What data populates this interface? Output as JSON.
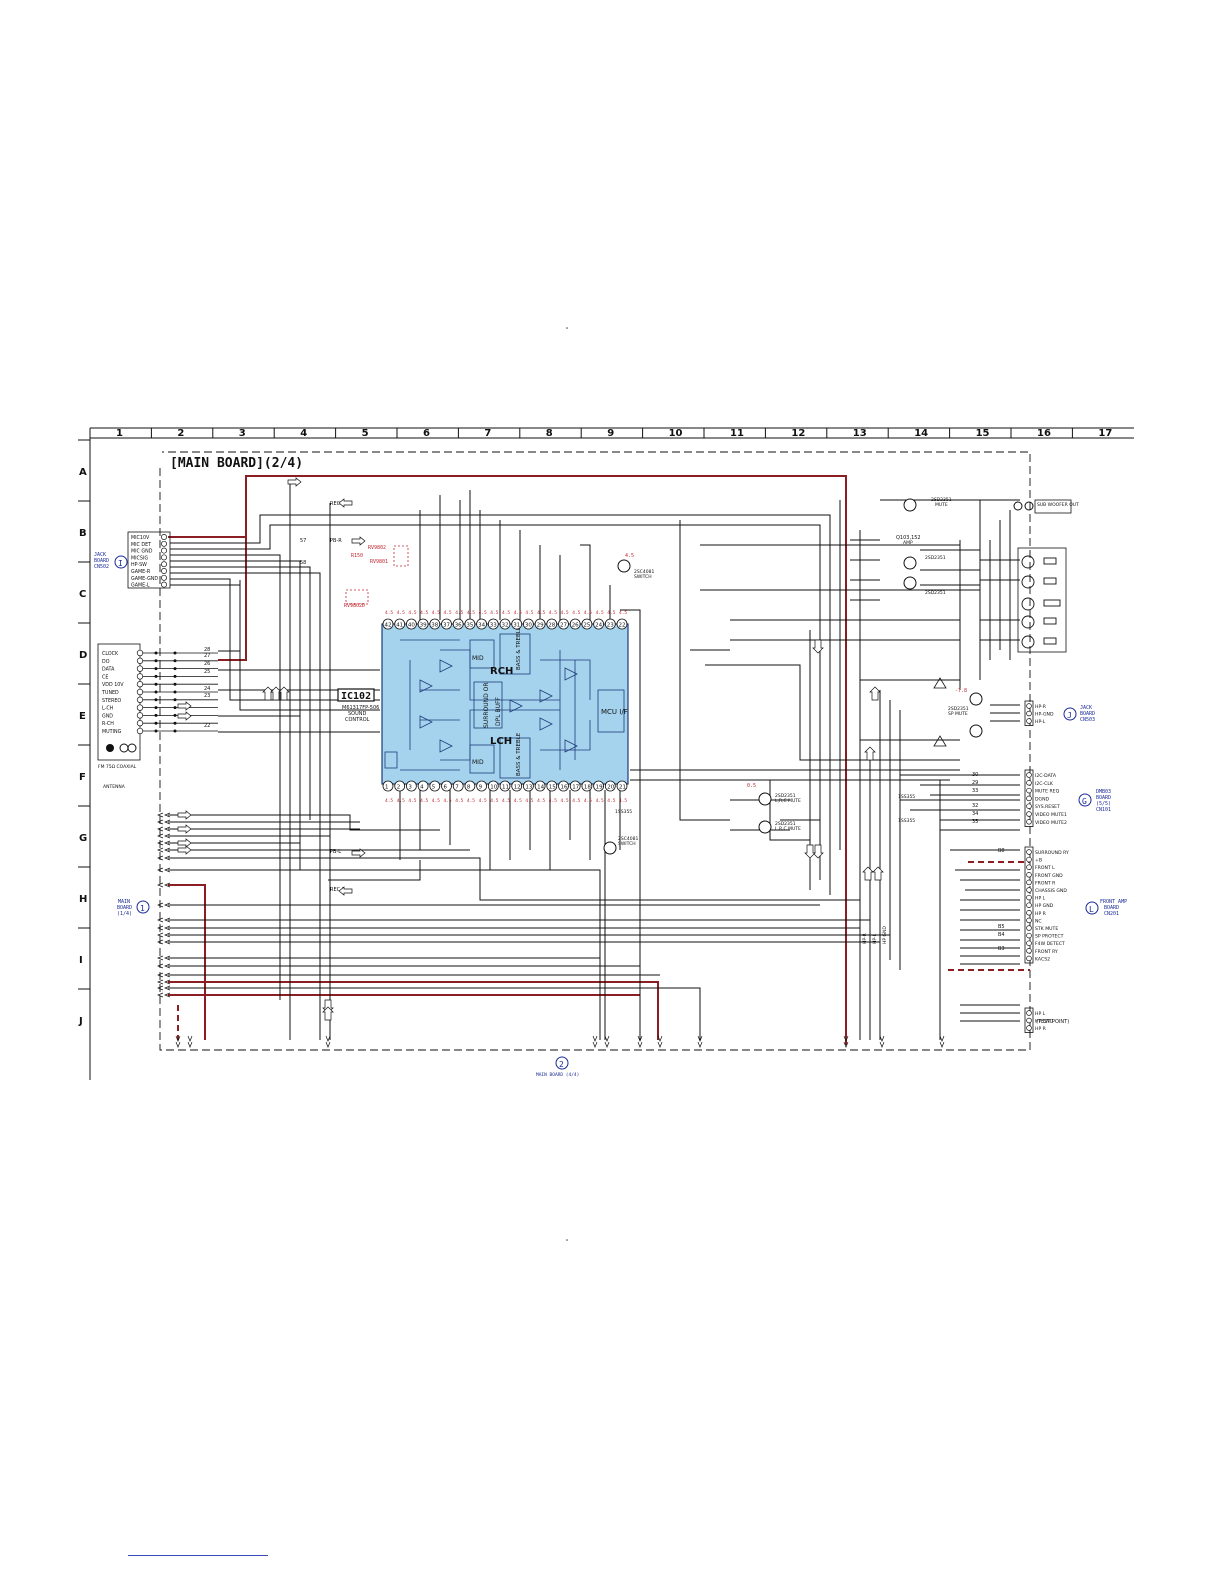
{
  "board_title": "[MAIN BOARD](2/4)",
  "ic": {
    "name": "IC102",
    "part": "M61317FP-506",
    "func1": "SOUND",
    "func2": "CONTROL"
  },
  "ic_blocks": {
    "rch": "RCH",
    "lch": "LCH",
    "mcu": "MCU I/F",
    "surround": "SURROUND OR",
    "dpl_buff": "DPL BUFF",
    "bass_treble": "BASS & TREBLE",
    "mid": "MID"
  },
  "col_numbers": [
    "1",
    "2",
    "3",
    "4",
    "5",
    "6",
    "7",
    "8",
    "9",
    "10",
    "11",
    "12",
    "13",
    "14",
    "15",
    "16",
    "17"
  ],
  "row_letters": [
    "A",
    "B",
    "C",
    "D",
    "E",
    "F",
    "G",
    "H",
    "I",
    "J"
  ],
  "ic_top_pins": [
    "42",
    "41",
    "40",
    "39",
    "38",
    "37",
    "36",
    "35",
    "34",
    "33",
    "32",
    "31",
    "30",
    "29",
    "28",
    "27",
    "26",
    "25",
    "24",
    "23",
    "22"
  ],
  "ic_bottom_pins": [
    "1",
    "2",
    "3",
    "4",
    "5",
    "6",
    "7",
    "8",
    "9",
    "10",
    "11",
    "12",
    "13",
    "14",
    "15",
    "16",
    "17",
    "18",
    "19",
    "20",
    "21"
  ],
  "jack_board_left": {
    "label": [
      "JACK",
      "BOARD",
      "CN502"
    ],
    "marker": "I",
    "pins": [
      "MIC10V",
      "MIC DET",
      "MIC GND",
      "MICSIG",
      "HP-SW",
      "GAME-R",
      "GAME-GND",
      "GAME-L"
    ]
  },
  "tuner_block": {
    "pins": [
      "CLOCK",
      "DO",
      "DATA",
      "CE",
      "VDD 10V",
      "TUNED",
      "STEREO",
      "L-CH",
      "GND",
      "R-CH",
      "MUTING"
    ],
    "nums": [
      "28",
      "27",
      "26",
      "25",
      "24",
      "23",
      "22"
    ],
    "connector": "FM 75Ω COAXIAL",
    "antenna": "ANTENNA"
  },
  "main_board_left": {
    "label": [
      "MAIN",
      "BOARD",
      "(1/4)"
    ],
    "marker": "1"
  },
  "main_board_bottom": {
    "label": "MAIN BOARD (4/4)",
    "marker": "2"
  },
  "sub_woofer": {
    "label": "SUB WOOFER OUT",
    "q": "2SD2351",
    "q_func": "MUTE"
  },
  "jack_board_right": {
    "label": [
      "JACK",
      "BOARD",
      "CN503"
    ],
    "marker": "J",
    "pins": [
      "HP-R",
      "HP-GND",
      "HP-L"
    ]
  },
  "dmbd_board": {
    "label": [
      "DMB03",
      "BOARD",
      "(5/5)",
      "CN101"
    ],
    "marker": "G",
    "pins": [
      "I2C-DATA",
      "I2C-CLK",
      "MUTE REQ",
      "DGND",
      "SYS.RESET",
      "VIDEO MUTE1",
      "VIDEO MUTE2"
    ],
    "nums": [
      "30",
      "29",
      "33",
      "32",
      "34",
      "35"
    ]
  },
  "front_amp": {
    "label": [
      "FRONT AMP",
      "BOARD",
      "CN201"
    ],
    "marker": "L",
    "pins": [
      "SURROUND RY",
      "+B",
      "FRONT L",
      "FRONT GND",
      "FRONT R",
      "CHASSIS GND",
      "HP L",
      "HP GND",
      "HP R",
      "NC",
      "STK MUTE",
      "SP PROTECT",
      "F4W DETECT",
      "FRONT RY",
      "KACS2"
    ],
    "nums": [
      "B8",
      "B5",
      "B4",
      "B3"
    ]
  },
  "test_point": {
    "label": "(TEST POINT)",
    "pins": [
      "HP L",
      "HP GND",
      "HP R"
    ]
  },
  "net_labels": {
    "rec_r": "REC-R",
    "pb_r": "PB-R",
    "pb_l": "PB-L",
    "rec_l": "REC-L",
    "hp_r": "HP-R",
    "hp_l": "HP-L",
    "hp_gnd": "HP GND"
  },
  "transistors": {
    "q1": "2SC4081",
    "q1f": "SWITCH",
    "q2": "2SD2351",
    "q2f": "AMP",
    "q3": "2SD2351",
    "q3f": "L,R,C MUTE",
    "q4": "2SD2351",
    "q4f": "SP MUTE",
    "q5": "Q103,152",
    "q5f": "AMP"
  },
  "diodes": {
    "d1": "1SS355",
    "d2": "1SS355"
  },
  "red_labels": {
    "volt1": "4.5",
    "volt2": "-7.8",
    "volt3": "0.5",
    "rv1": "RV9802",
    "rv2": "RV9801",
    "rv3": "R150",
    "rv4": "RV9802D"
  },
  "colors": {
    "ic_fill": "#a5d3ee",
    "wire": "#111111",
    "red_wire": "#8b1e22",
    "blue": "#1a2a9a"
  }
}
